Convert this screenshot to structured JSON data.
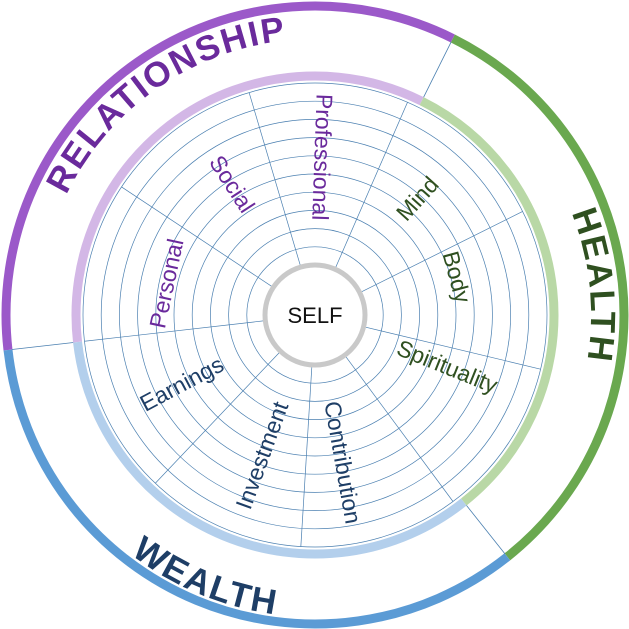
{
  "center_label": "SELF",
  "categories": [
    {
      "key": "relationship",
      "label": "RELATIONSHIP",
      "color": "#9b59c9",
      "light": "#d3b7e6",
      "text_color": "#6a2a9c",
      "subs": [
        {
          "key": "personal",
          "label": "Personal"
        },
        {
          "key": "social",
          "label": "Social"
        },
        {
          "key": "professional",
          "label": "Professional"
        }
      ]
    },
    {
      "key": "health",
      "label": "HEALTH",
      "color": "#6aa84f",
      "light": "#b9d8a6",
      "text_color": "#2f5020",
      "subs": [
        {
          "key": "mind",
          "label": "Mind"
        },
        {
          "key": "body",
          "label": "Body"
        },
        {
          "key": "spirituality",
          "label": "Spirituality"
        }
      ]
    },
    {
      "key": "wealth",
      "label": "WEALTH",
      "color": "#5b9bd5",
      "light": "#b3cfec",
      "text_color": "#1e3e66",
      "subs": [
        {
          "key": "contribution",
          "label": "Contribution"
        },
        {
          "key": "investment",
          "label": "Investment"
        },
        {
          "key": "earnings",
          "label": "Earnings"
        }
      ]
    }
  ],
  "scale_levels": 10,
  "grid_color": "#4a7fb0"
}
